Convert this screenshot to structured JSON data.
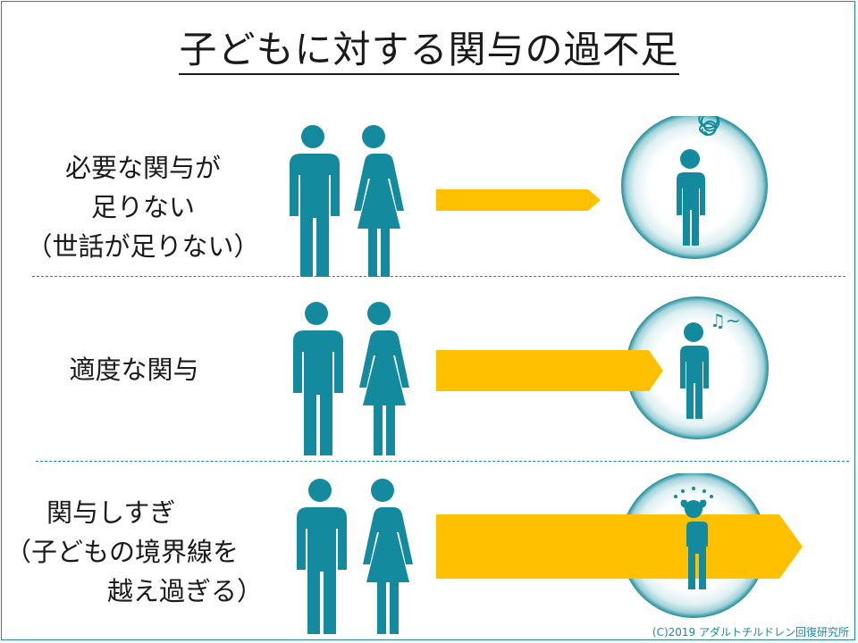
{
  "title": "子どもに対する関与の過不足",
  "rows": [
    {
      "label_lines": [
        "必要な関与が",
        "足りない",
        "（世話が足りない）"
      ],
      "arrow_level": "short"
    },
    {
      "label_lines": [
        "適度な関与"
      ],
      "arrow_level": "medium",
      "note_glyph": "♫~"
    },
    {
      "label_lines": [
        "関与しすぎ",
        "（子どもの境界線を",
        "越え過ぎる）"
      ],
      "arrow_level": "long"
    }
  ],
  "credit": "(C)2019 アダルトチルドレン回復研究所",
  "colors": {
    "figure": "#138a9e",
    "arrow": "#ffc000",
    "accent": "#1e8a9a"
  }
}
